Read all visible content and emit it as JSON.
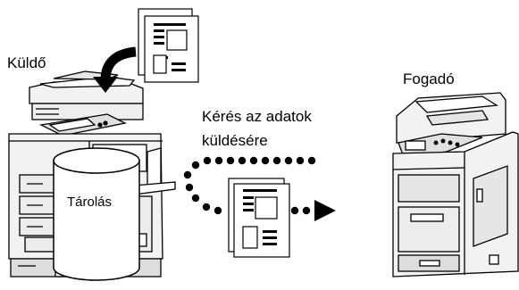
{
  "diagram": {
    "sender_label": "Küldő",
    "receiver_label": "Fogadó",
    "request_line1": "Kérés az adatok",
    "request_line2": "küldésére",
    "storage_label": "Tárolás"
  },
  "colors": {
    "ink": "#000000",
    "paper": "#ffffff",
    "machine_fill": "#f2f2f2",
    "machine_dark": "#d9d9d9"
  },
  "icons": [
    "document-icon",
    "curved-arrow-icon",
    "sender-mfp-icon",
    "storage-cylinder-icon",
    "receiver-mfp-icon",
    "dotted-arrow-icon"
  ]
}
